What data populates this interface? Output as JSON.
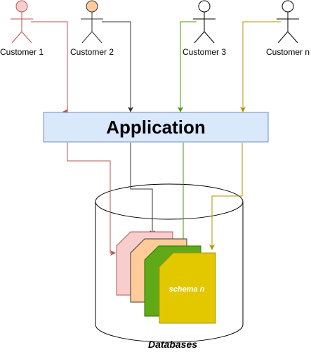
{
  "actors": [
    {
      "label": "Customer 1",
      "fill": "#f8cecc",
      "stroke": "#b85450",
      "edge": "#b85450"
    },
    {
      "label": "Customer 2",
      "fill": "#ffcc99",
      "stroke": "#333333",
      "edge": "#333333"
    },
    {
      "label": "Customer 3",
      "fill": "#ffffff",
      "stroke": "#000000",
      "edge": "#4d9900"
    },
    {
      "label": "Customer n",
      "fill": "#ffffff",
      "stroke": "#000000",
      "edge": "#b09500"
    }
  ],
  "application": {
    "label": "Application",
    "fill": "#dae8fc",
    "stroke": "#6c8ebf"
  },
  "schemas": [
    {
      "label": "",
      "fill": "#f8cecc",
      "stroke": "#b85450"
    },
    {
      "label": "",
      "fill": "#ffcc99",
      "stroke": "#36393d"
    },
    {
      "label": "",
      "fill": "#60a917",
      "stroke": "#2d7600"
    },
    {
      "label": "schema n",
      "fill": "#e3c800",
      "stroke": "#b09500"
    }
  ],
  "database": {
    "label": "Databases"
  }
}
